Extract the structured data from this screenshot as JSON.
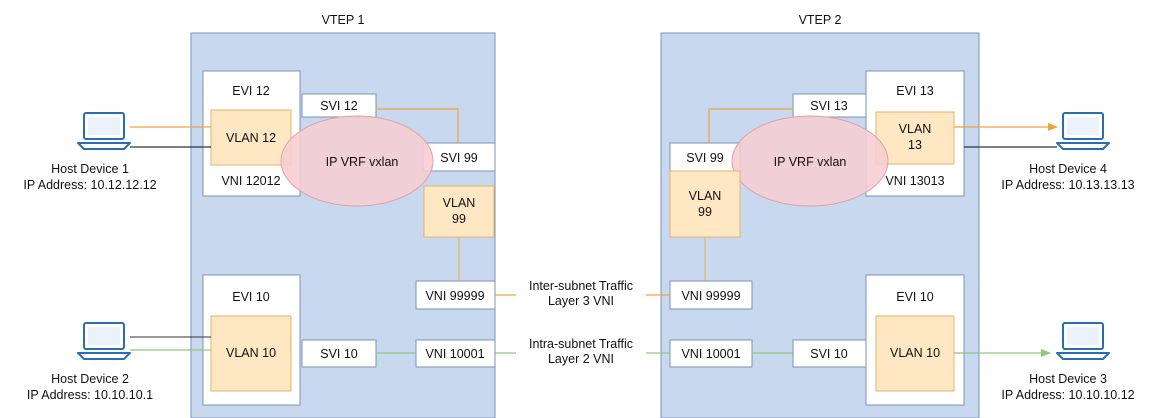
{
  "colors": {
    "vtep_fill": "#c7d8ef",
    "vtep_stroke": "#7d95b8",
    "box_fill": "#ffffff",
    "box_stroke": "#7d95b8",
    "vlan_fill": "#fde8c3",
    "vlan_stroke": "#e6b26a",
    "vrf_fill": "#f6cdd3",
    "vrf_stroke": "#e2a1a9",
    "orange_link": "#f2a33a",
    "green_link": "#8cc97a",
    "dark_link": "#333333",
    "laptop": "#2a6db5"
  },
  "vtep1": {
    "title": "VTEP 1",
    "evi_top": {
      "title": "EVI 12",
      "vlan": "VLAN 12",
      "vni": "VNI 12012"
    },
    "svi_top": "SVI 12",
    "vrf": "IP VRF vxlan",
    "svi_l3": "SVI 99",
    "vlan_l3": [
      "VLAN",
      "99"
    ],
    "vni_l3": "VNI 99999",
    "evi_bottom": {
      "title": "EVI 10",
      "vlan": "VLAN 10"
    },
    "svi_bottom": "SVI 10",
    "vni_l2": "VNI 10001"
  },
  "vtep2": {
    "title": "VTEP 2",
    "evi_top": {
      "title": "EVI 13",
      "vlan": [
        "VLAN",
        "13"
      ],
      "vni": "VNI 13013"
    },
    "svi_top": "SVI 13",
    "vrf": "IP VRF vxlan",
    "svi_l3": "SVI 99",
    "vlan_l3": [
      "VLAN",
      "99"
    ],
    "vni_l3": "VNI 99999",
    "evi_bottom": {
      "title": "EVI 10",
      "vlan": "VLAN 10"
    },
    "svi_bottom": "SVI 10",
    "vni_l2": "VNI 10001"
  },
  "links": {
    "l3_label": [
      "Inter-subnet Traffic",
      "Layer 3 VNI"
    ],
    "l2_label": [
      "Intra-subnet Traffic",
      "Layer 2 VNI"
    ]
  },
  "hosts": [
    {
      "name": "Host Device 1",
      "ip": "IP Address: 10.12.12.12"
    },
    {
      "name": "Host Device 2",
      "ip": "IP Address: 10.10.10.1"
    },
    {
      "name": "Host Device 4",
      "ip": "IP Address: 10.13.13.13"
    },
    {
      "name": "Host Device 3",
      "ip": "IP Address: 10.10.10.12"
    }
  ]
}
